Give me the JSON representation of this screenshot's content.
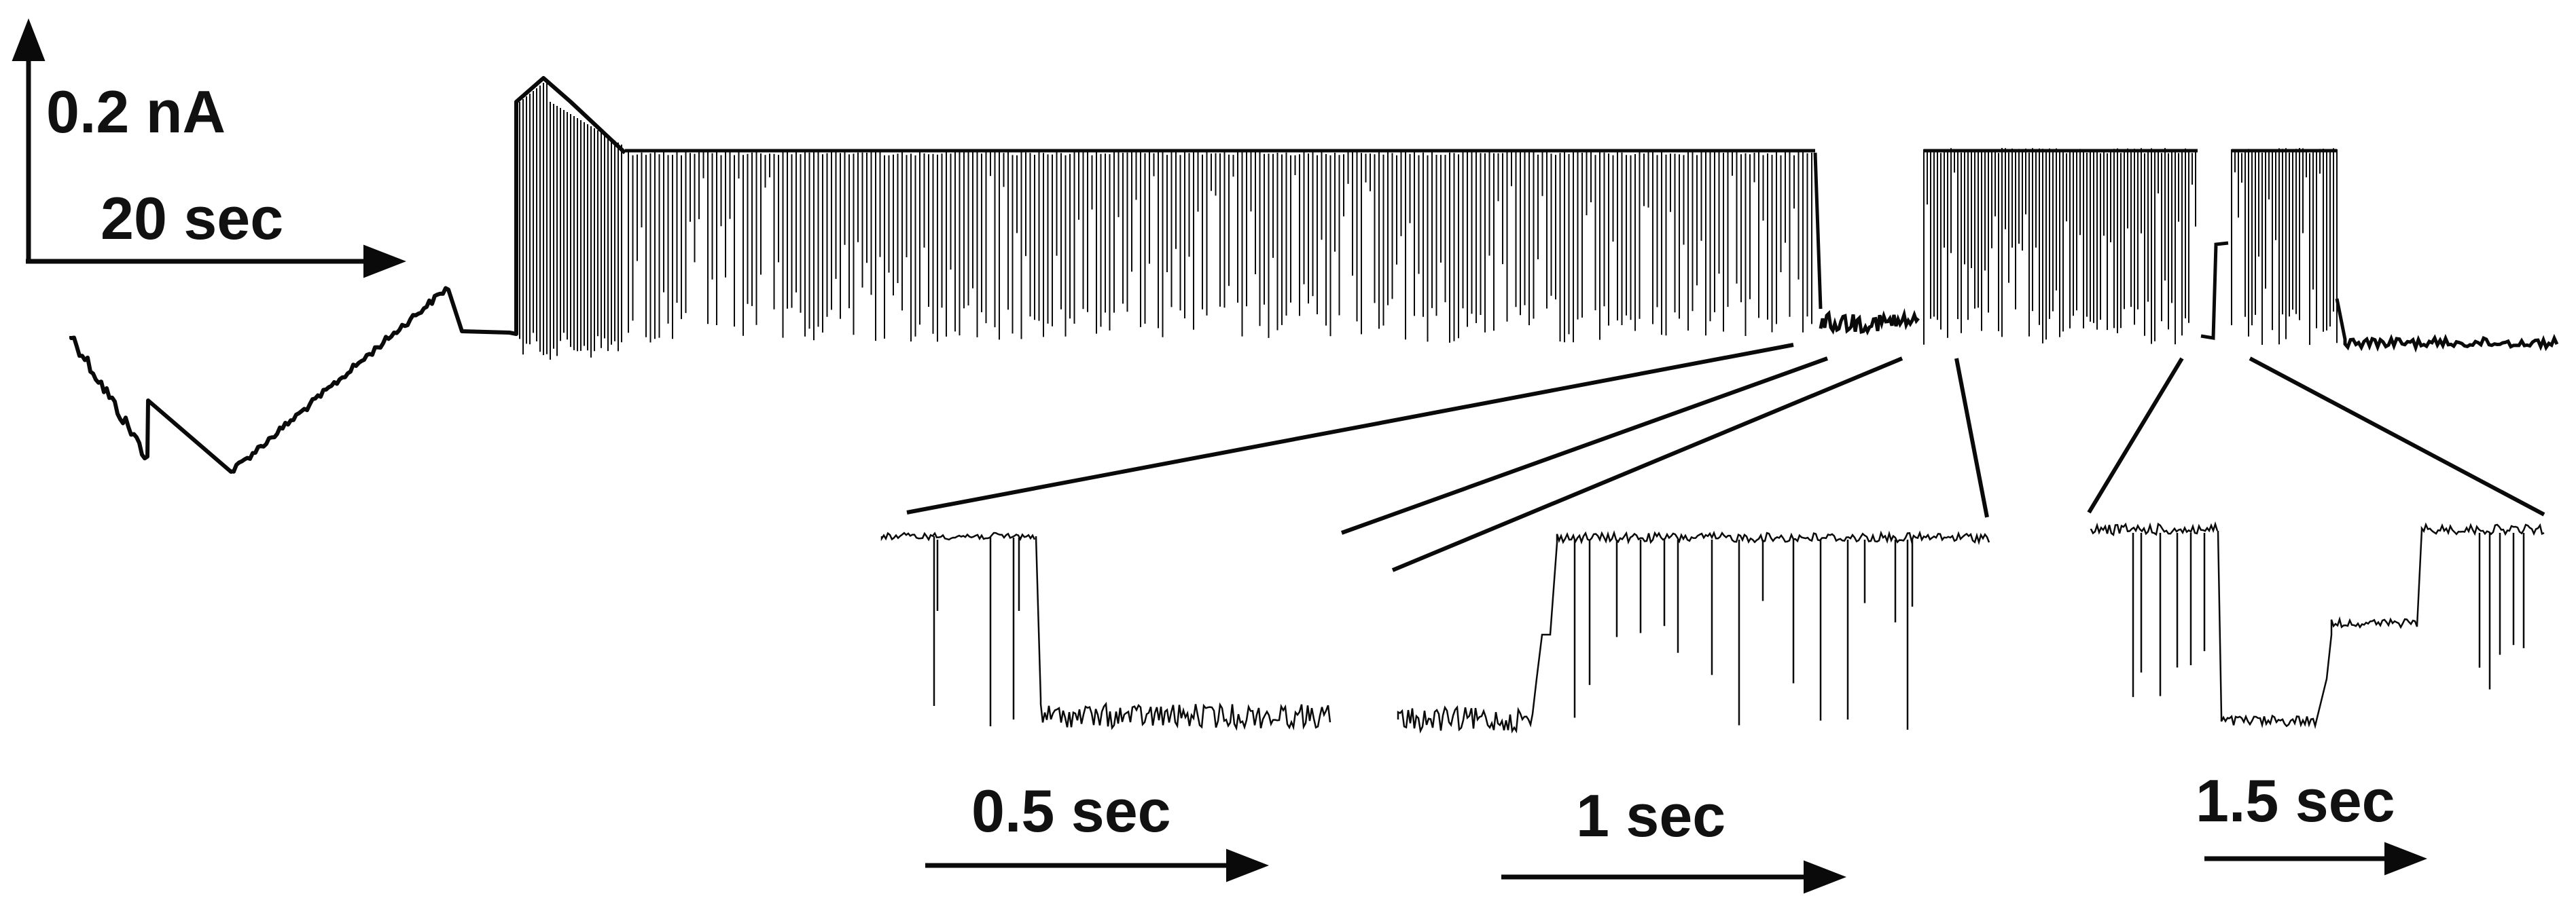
{
  "scale_bars": {
    "current": "0.2 nA",
    "main_time": "20 sec",
    "zoom1_time": "0.5 sec",
    "zoom2_time": "1 sec",
    "zoom3_time": "1.5 sec"
  },
  "colors": {
    "trace": "#0a0a0a",
    "background": "#ffffff"
  }
}
